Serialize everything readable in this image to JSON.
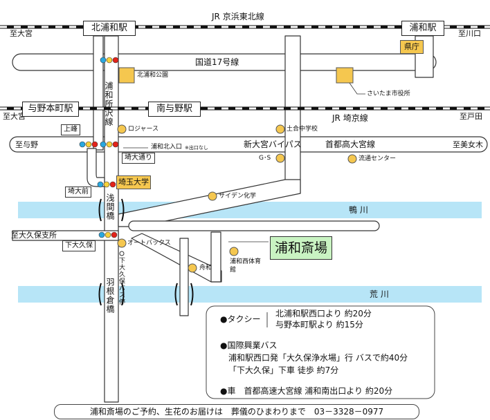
{
  "colors": {
    "road_fill": "#ffffff",
    "road_edge": "#333333",
    "river": "#b7e5f7",
    "landmark": "#f5c74f",
    "destination": "#c9f3c2"
  },
  "rail": {
    "keihin_tohoku": "JR 京浜東北線",
    "saikyo": "JR 埼京線",
    "to_omiya": "至大宮",
    "to_kawaguchi": "至川口",
    "to_omiya_2": "至大宮",
    "to_toda": "至戸田"
  },
  "stations": {
    "kita_urawa": "北浦和駅",
    "urawa": "浦和駅",
    "yono_honmachi": "与野本町駅",
    "minami_yono": "南与野駅"
  },
  "roads": {
    "route17": "国道17号線",
    "urawa_tokorozawa": "浦和所沢線",
    "shin_omiya_bypass": "新大宮バイパス",
    "shutoko_omiya": "首都高大宮線",
    "to_yono": "至与野",
    "to_mimajo": "至美女木",
    "to_okubo_branch": "至大久保支所",
    "kita_urawa_entrance": "浦和北入口",
    "no_exit_note": "※出口なし"
  },
  "bridges": {
    "sengen": "浅間橋",
    "haneguri": "羽根倉橋"
  },
  "rivers": {
    "kamo": "鴨 川",
    "ara": "荒 川"
  },
  "signals": {
    "kamine": "上峰",
    "saidai_dori": "埼大通り",
    "saidai_mae": "埼大前",
    "shimo_okubo": "下大久保"
  },
  "landmarks": {
    "pref_office": "県庁",
    "kita_urawa_park": "北浦和公園",
    "saitama_city_hall": "さいたま市役所",
    "jonan_jhs": "土合中学校",
    "joyous": "ロジャース",
    "gs": "G･S",
    "ryutsu_center": "流通センター",
    "saiden": "サイデン化学",
    "saitama_univ": "埼玉大学",
    "autobacs": "オートバックス",
    "funado": "舟和",
    "gym": "浦和西体育館",
    "bus_stop": "下大久保バス停"
  },
  "destination": "浦和斎場",
  "access": {
    "taxi_label": "●タクシー",
    "taxi_1": "北浦和駅西口より 約20分",
    "taxi_2": "与野本町駅より 約15分",
    "bus_label": "●国際興業バス",
    "bus_1": "浦和駅西口発「大久保浄水場」行 バスで約40分",
    "bus_2": "「下大久保」下車 徒歩 約7分",
    "car": "●車　首都高速大宮線 浦和南出口より 約20分"
  },
  "footer": "浦和斎場のご予約、生花のお届けは　葬儀のひまわりまで　03－3328－0977"
}
